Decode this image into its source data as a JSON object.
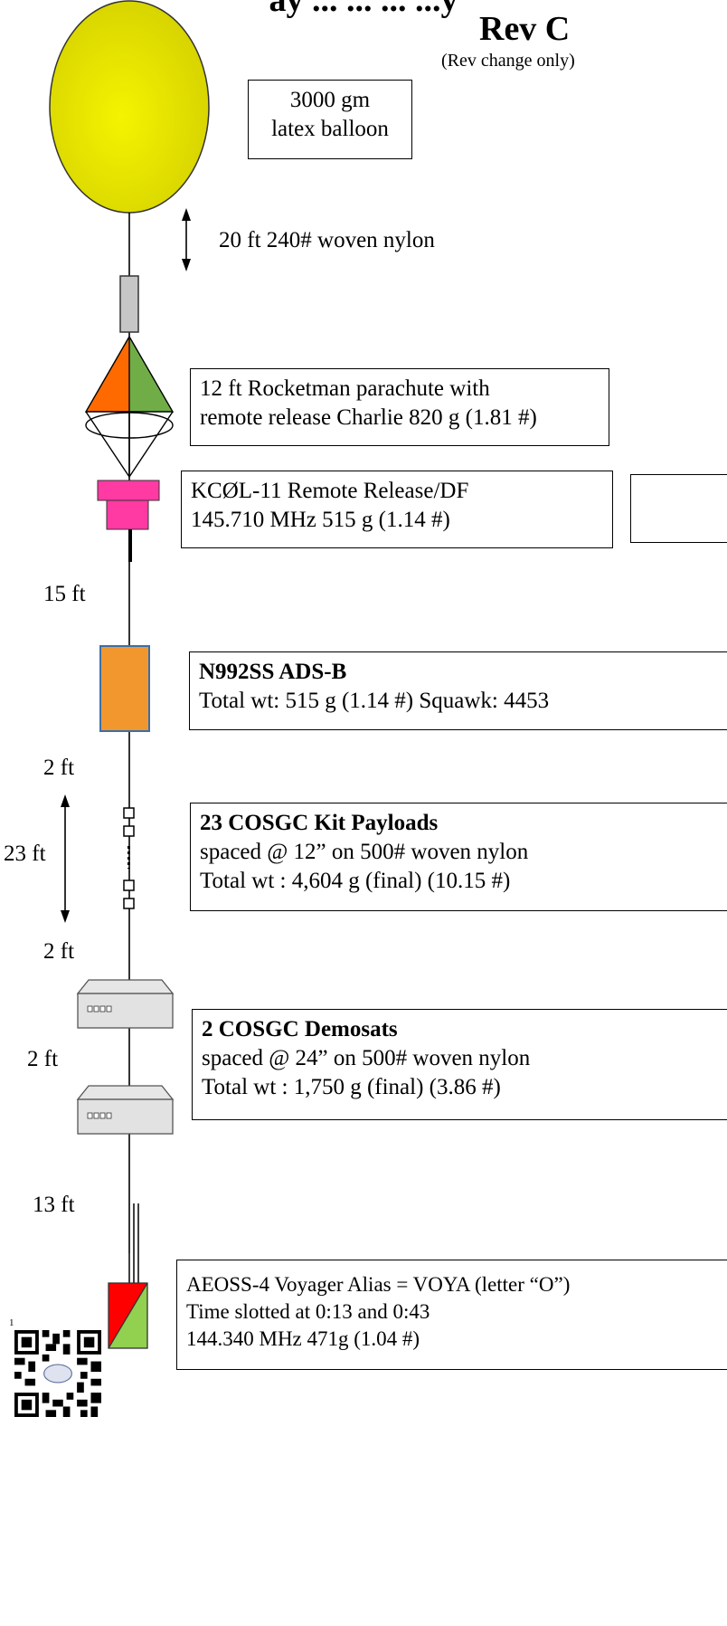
{
  "header": {
    "top_cut_text": "ay ... ... ... ...y",
    "title": "Rev C",
    "subtitle": "(Rev change only)"
  },
  "components": {
    "balloon": {
      "lines": [
        "3000 gm",
        "latex balloon"
      ],
      "color": "#e5e600"
    },
    "tether_1": {
      "label": "20 ft 240# woven nylon"
    },
    "parachute": {
      "lines": [
        "12 ft Rocketman parachute with",
        "remote release Charlie 820 g (1.81 #)"
      ]
    },
    "release": {
      "lines": [
        "KCØL-11 Remote Release/DF",
        "145.710 MHz 515 g (1.14 #)"
      ],
      "color": "#ff3aa3"
    },
    "adsb": {
      "title": "N992SS ADS-B",
      "line": "Total wt:  515 g (1.14 #) Squawk: 4453",
      "color": "#f2972e"
    },
    "kit_payloads": {
      "title": "23 COSGC Kit Payloads",
      "lines": [
        "spaced @ 12” on 500# woven nylon",
        "Total wt : 4,604 g (final)  (10.15 #)"
      ]
    },
    "demosats": {
      "title": "2 COSGC Demosats",
      "lines": [
        "spaced @ 24” on 500# woven nylon",
        "Total wt : 1,750 g (final)  (3.86 #)"
      ]
    },
    "voyager": {
      "lines": [
        "AEOSS-4 Voyager  Alias = VOYA (letter “O”)",
        "Time slotted at 0:13 and 0:43",
        "144.340 MHz   471g (1.04 #)"
      ]
    }
  },
  "distances": {
    "d15": "15 ft",
    "d2a": "2 ft",
    "d23": "23 ft",
    "d2b": "2 ft",
    "d2c": "2 ft",
    "d13": "13 ft"
  },
  "footnote": "1"
}
